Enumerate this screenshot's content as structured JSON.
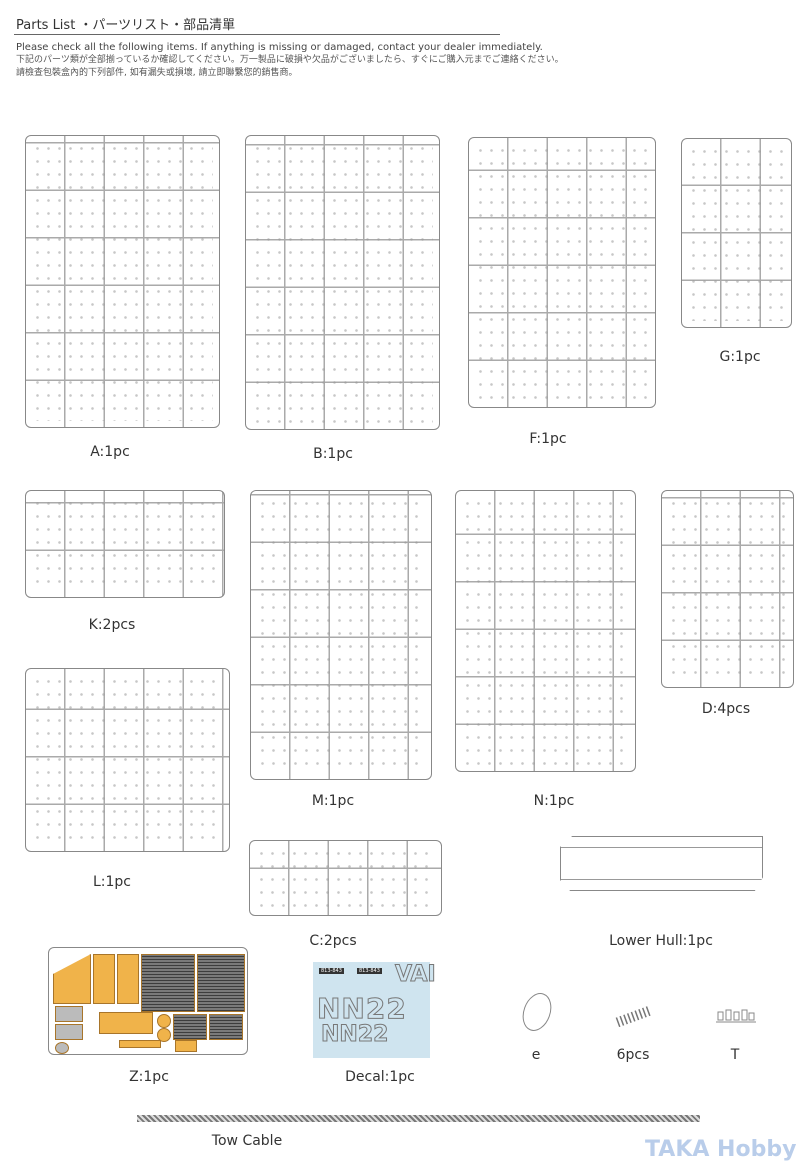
{
  "header": {
    "title": "Parts List ・パーツリスト・部品清單",
    "instructions": [
      "Please check all the following items. If anything is missing or damaged, contact your dealer immediately.",
      "下記のパーツ類が全部揃っているか確認してください。万一製品に破損や欠品がございましたら、すぐにご購入元までご連絡ください。",
      "請檢查包裝盒內的下列部件, 如有漏失或損壞, 請立即聯繫您的銷售商。"
    ]
  },
  "parts": {
    "A": "A:1pc",
    "B": "B:1pc",
    "F": "F:1pc",
    "G": "G:1pc",
    "K": "K:2pcs",
    "M": "M:1pc",
    "N": "N:1pc",
    "D": "D:4pcs",
    "L": "L:1pc",
    "C": "C:2pcs",
    "lower_hull": "Lower Hull:1pc",
    "Z": "Z:1pc",
    "decal": "Decal:1pc",
    "e": "e",
    "spring": "6pcs",
    "T": "T",
    "tow_cable": "Tow Cable"
  },
  "decal_sheet": {
    "code": "813-843",
    "big1": "NN22",
    "big2": "NN22",
    "mark": "VAI"
  },
  "watermark": "TAKA Hobby"
}
